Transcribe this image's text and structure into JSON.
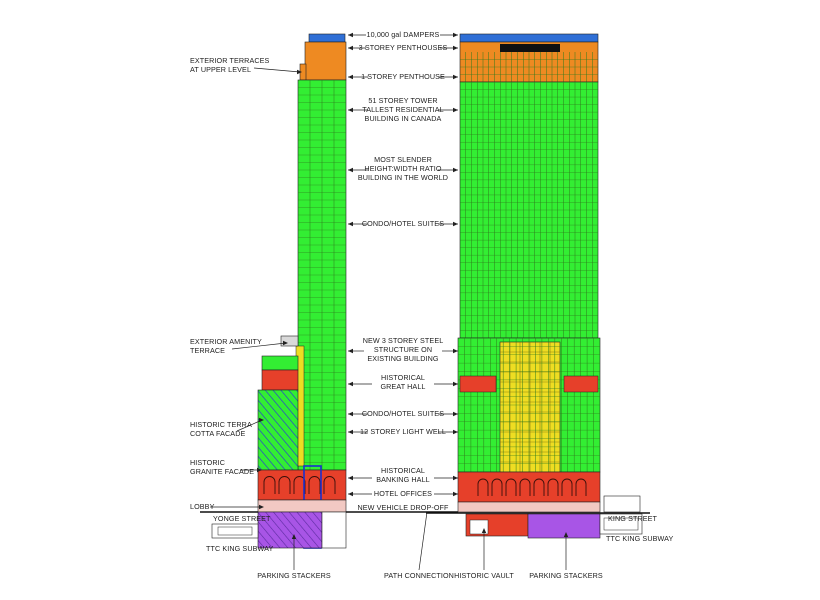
{
  "labels": {
    "dampers": "10,000 gal DAMPERS",
    "penthouses3": "3 STOREY PENTHOUSES",
    "penthouse1": "1 STOREY PENTHOUSE",
    "tower": [
      "51 STOREY TOWER",
      "TALLEST RESIDENTIAL",
      "BUILDING IN CANADA"
    ],
    "slender": [
      "MOST SLENDER",
      "HEIGHT:WIDTH RATIO",
      "BUILDING IN THE WORLD"
    ],
    "condo_upper": "CONDO/HOTEL SUITES",
    "steel": [
      "NEW 3 STOREY STEEL",
      "STRUCTURE ON",
      "EXISTING BUILDING"
    ],
    "great_hall": [
      "HISTORICAL",
      "GREAT HALL"
    ],
    "condo_lower": "CONDO/HOTEL SUITES",
    "light_well": "12 STOREY LIGHT WELL",
    "banking_hall": [
      "HISTORICAL",
      "BANKING HALL"
    ],
    "hotel_offices": "HOTEL OFFICES",
    "dropoff": "NEW VEHICLE DROP-OFF",
    "ext_terraces": [
      "EXTERIOR TERRACES",
      "AT UPPER LEVEL"
    ],
    "amenity": [
      "EXTERIOR AMENITY",
      "TERRACE"
    ],
    "terra_cotta": [
      "HISTORIC TERRA",
      "COTTA FACADE"
    ],
    "granite": [
      "HISTORIC",
      "GRANITE FACADE"
    ],
    "lobby": "LOBBY",
    "yonge": "YONGE STREET",
    "ttc_left": "TTC KING SUBWAY",
    "parking_left": "PARKING STACKERS",
    "king": "KING STREET",
    "ttc_right": "TTC KING SUBWAY",
    "path": "PATH CONNECTION",
    "vault": "HISTORIC VAULT",
    "parking_right": "PARKING STACKERS"
  },
  "colors": {
    "residential": "#33ee33",
    "penthouse": "#ee8a22",
    "dampers": "#2f6fd6",
    "steel": "#eedd22",
    "historic": "#e6402a",
    "parking": "#a855e6",
    "linework": "#222222"
  }
}
